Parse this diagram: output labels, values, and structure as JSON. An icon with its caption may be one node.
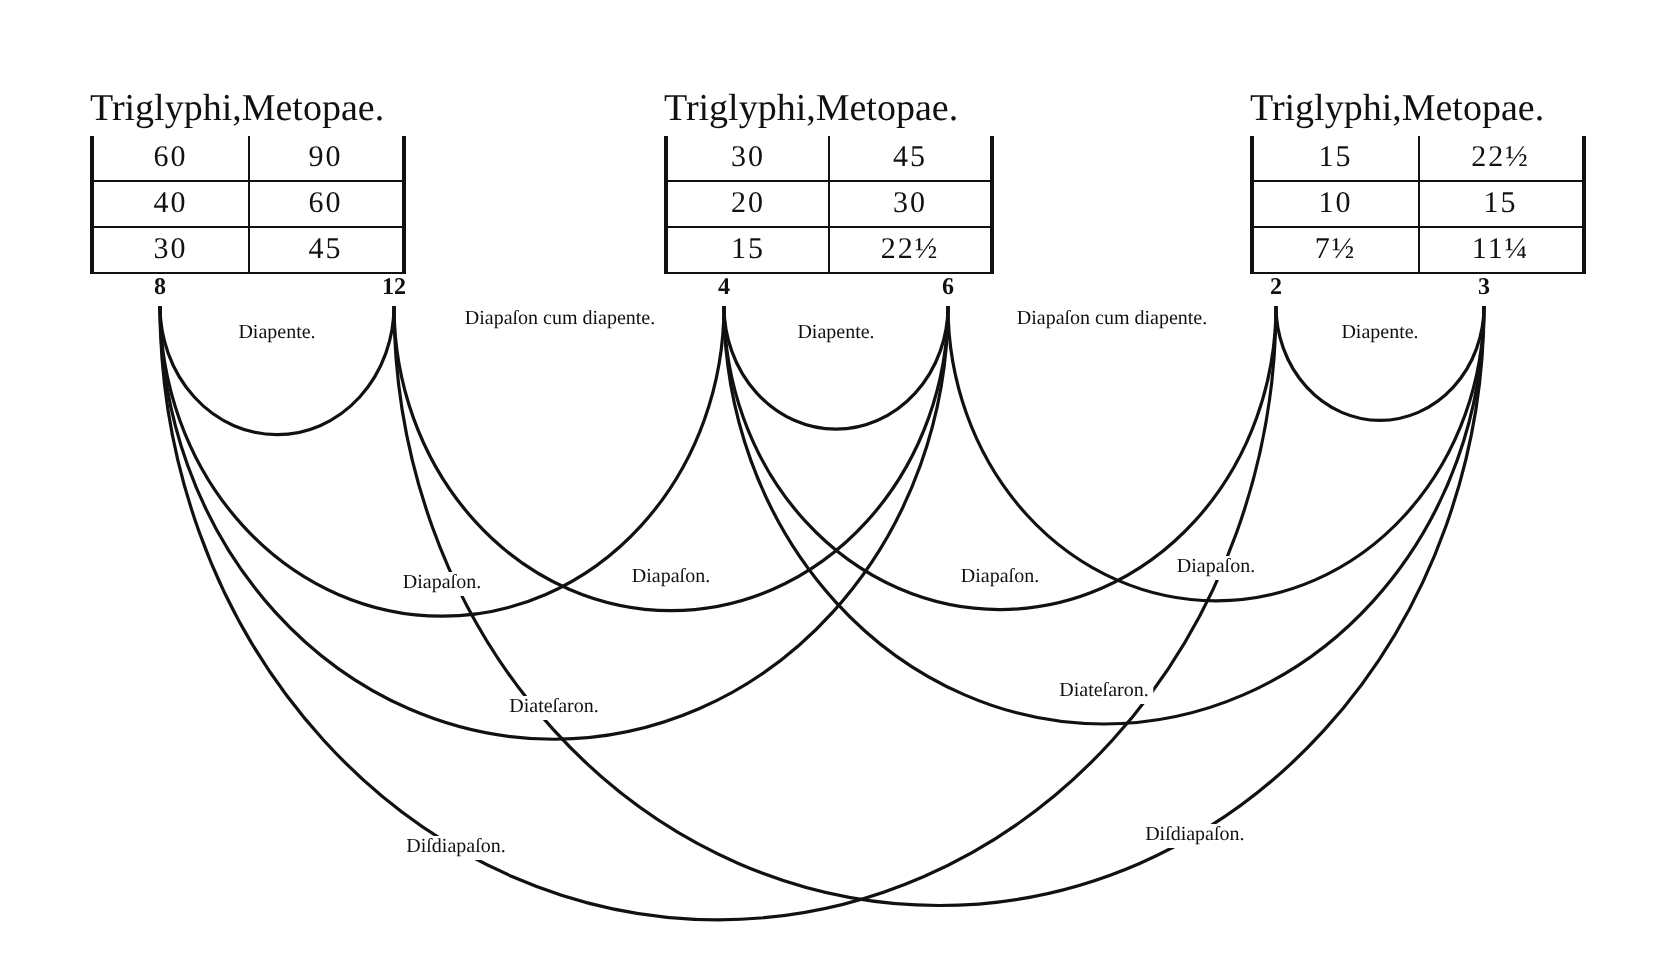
{
  "diagram": {
    "nodes": [
      {
        "text": [
          "Triglyphi,Metopae.",
          "60",
          "90",
          "40",
          "60",
          "30",
          "45"
        ]
      },
      {
        "text": [
          "Triglyphi,Metopae.",
          "30",
          "45",
          "20",
          "30",
          "15",
          "22½"
        ]
      },
      {
        "text": [
          "Triglyphi,Metopae.",
          "15",
          "22½",
          "10",
          "15",
          "7½",
          "11¼"
        ]
      },
      {
        "text": [
          "8"
        ]
      },
      {
        "text": [
          "12"
        ]
      },
      {
        "text": [
          "4"
        ]
      },
      {
        "text": [
          "6"
        ]
      },
      {
        "text": [
          "2"
        ]
      },
      {
        "text": [
          "3"
        ]
      }
    ],
    "edges": [
      {
        "from": 3,
        "to": 4,
        "arrow": "none",
        "label": "Diapente."
      },
      {
        "from": 5,
        "to": 6,
        "arrow": "none",
        "label": "Diapente."
      },
      {
        "from": 7,
        "to": 8,
        "arrow": "none",
        "label": "Diapente."
      },
      {
        "from": 3,
        "to": 5,
        "arrow": "none",
        "label": "Diapaſon."
      },
      {
        "from": 4,
        "to": 6,
        "arrow": "none",
        "label": "Diapaſon."
      },
      {
        "from": 5,
        "to": 7,
        "arrow": "none",
        "label": "Diapaſon."
      },
      {
        "from": 6,
        "to": 8,
        "arrow": "none",
        "label": "Diapaſon."
      },
      {
        "from": 3,
        "to": 6,
        "arrow": "none",
        "label": "Diateſaron."
      },
      {
        "from": 5,
        "to": 8,
        "arrow": "none",
        "label": "Diateſaron."
      },
      {
        "from": 3,
        "to": 7,
        "arrow": "none",
        "label": "Diſdiapaſon."
      },
      {
        "from": 4,
        "to": 8,
        "arrow": "none",
        "label": "Diſdiapaſon."
      }
    ],
    "labels": [
      "Diapaſon cum diapente.",
      "Diapaſon cum diapente."
    ]
  }
}
